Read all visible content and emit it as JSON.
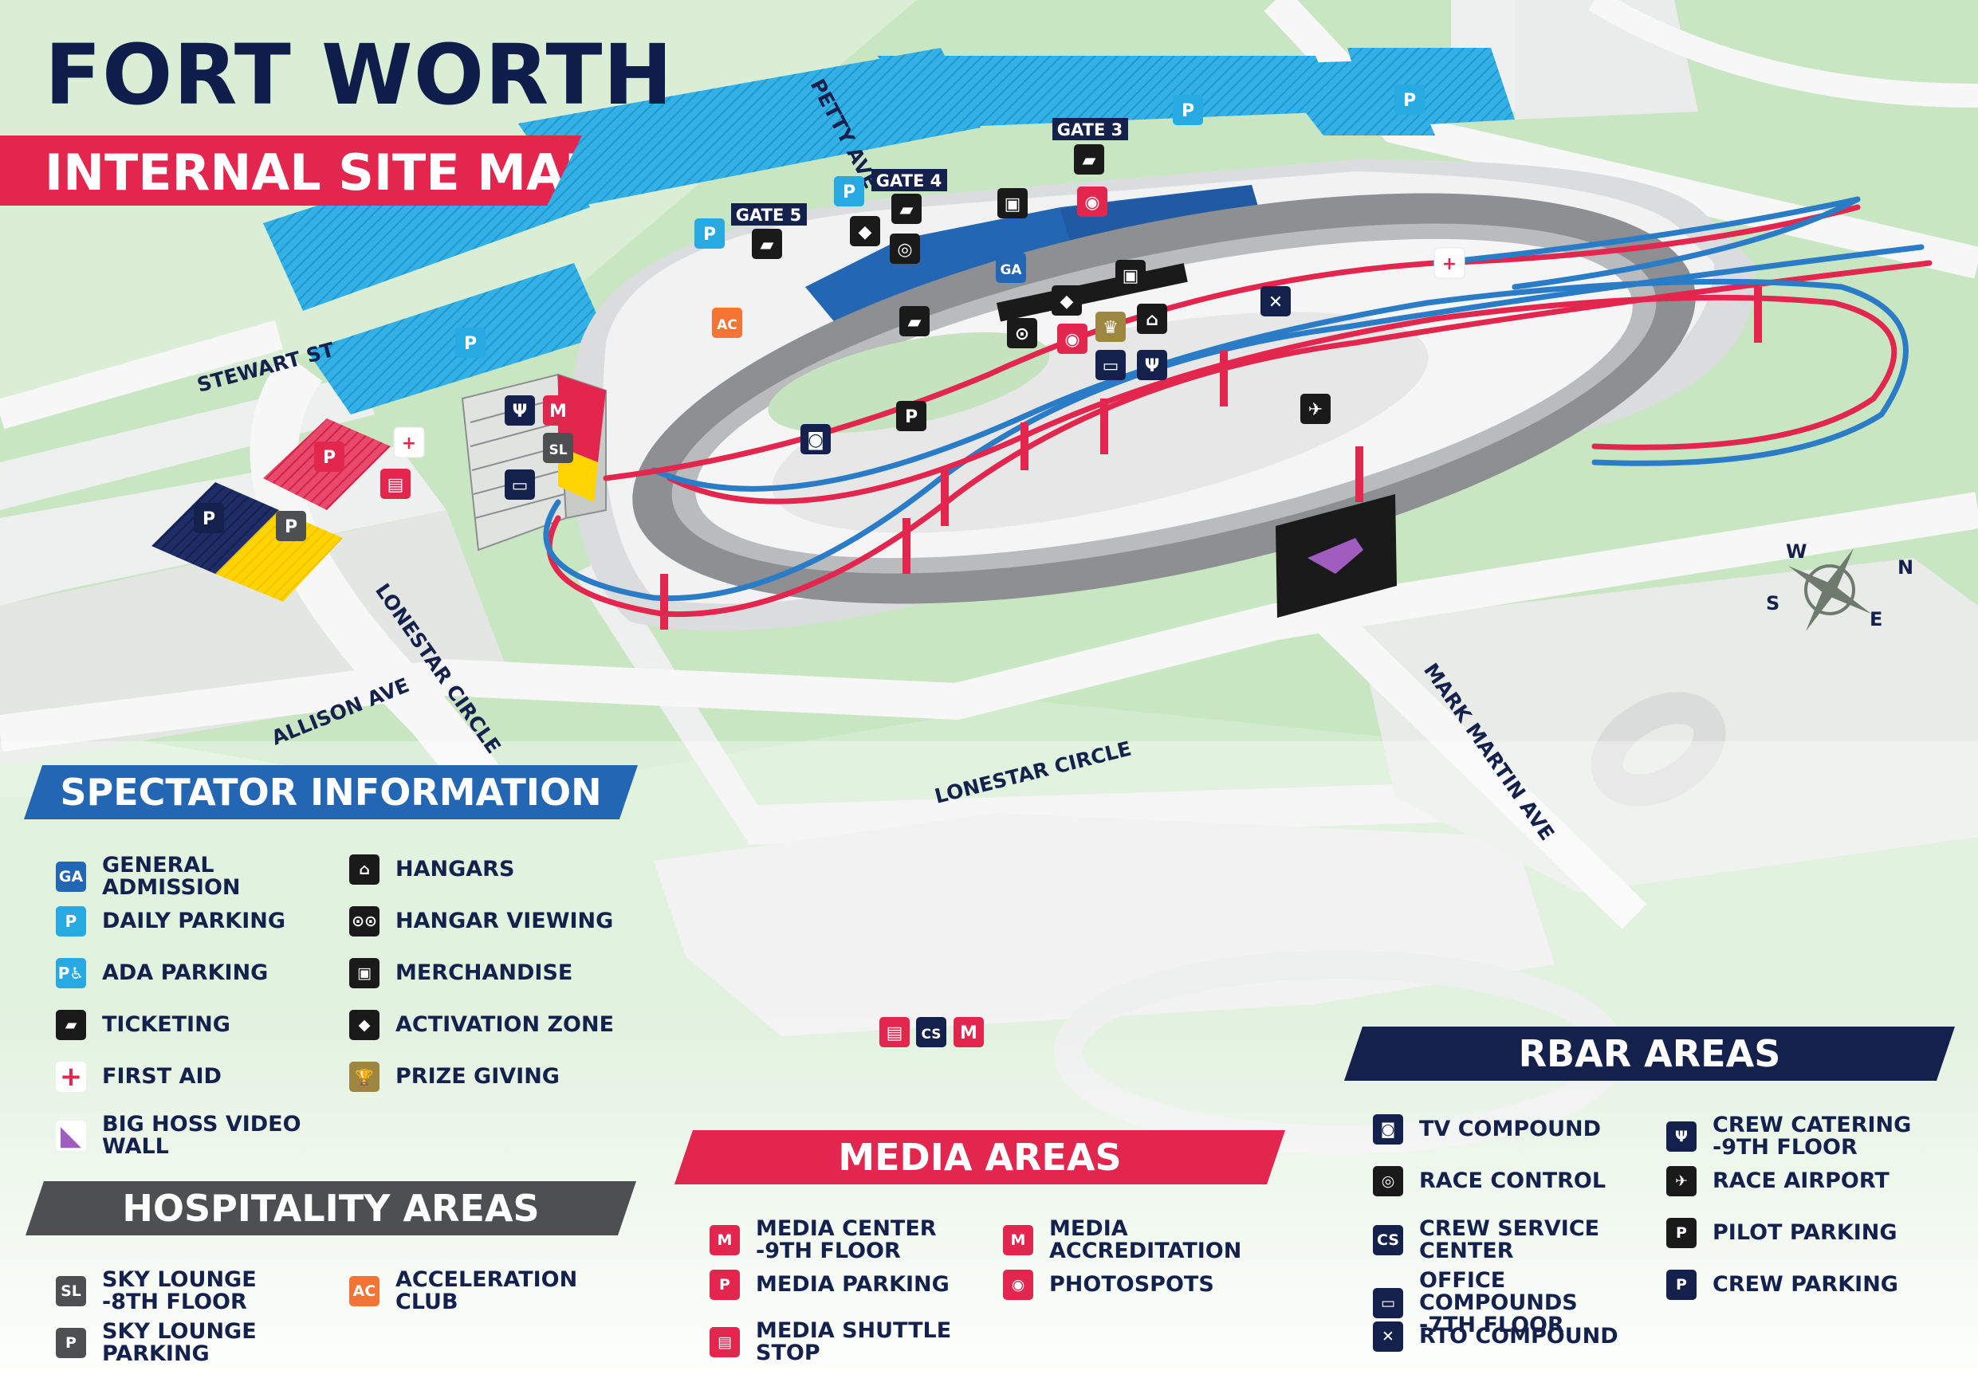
{
  "header": {
    "title": "FORT WORTH",
    "subtitle": "INTERNAL SITE MAP"
  },
  "map": {
    "streets": {
      "stewart": "STEWART ST",
      "petty": "PETTY AVE",
      "allison": "ALLISON AVE",
      "lonestar_west": "LONESTAR CIRCLE",
      "lonestar_south": "LONESTAR CIRCLE",
      "mark_martin": "MARK MARTIN AVE"
    },
    "gates": [
      "GATE 3",
      "GATE 4",
      "GATE 5"
    ],
    "compass": [
      "W",
      "N",
      "S",
      "E"
    ],
    "markers": {
      "parking": "P",
      "general_admission": "GA",
      "acceleration_club": "AC",
      "sky_lounge": "SL",
      "media_center": "M",
      "crew_service": "CS"
    }
  },
  "spectator": {
    "heading": "SPECTATOR INFORMATION",
    "items": [
      {
        "icon": "ga-icon",
        "glyph": "GA",
        "color": "#2366b4",
        "label": "GENERAL ADMISSION"
      },
      {
        "icon": "parking-icon",
        "glyph": "P",
        "color": "#27a9e1",
        "label": "DAILY PARKING"
      },
      {
        "icon": "ada-parking-icon",
        "glyph": "P♿",
        "color": "#27a9e1",
        "label": "ADA PARKING"
      },
      {
        "icon": "ticket-icon",
        "glyph": "▰",
        "color": "#1a1a1a",
        "label": "TICKETING"
      },
      {
        "icon": "first-aid-icon",
        "glyph": "+",
        "color": "#ffffff",
        "label": "FIRST AID"
      },
      {
        "icon": "video-wall-icon",
        "glyph": "◣",
        "color": "#ffffff",
        "label": "BIG HOSS VIDEO WALL"
      },
      {
        "icon": "hangar-icon",
        "glyph": "⌂",
        "color": "#1a1a1a",
        "label": "HANGARS"
      },
      {
        "icon": "binoculars-icon",
        "glyph": "⊙⊙",
        "color": "#1a1a1a",
        "label": "HANGAR VIEWING"
      },
      {
        "icon": "shopping-bag-icon",
        "glyph": "▣",
        "color": "#1a1a1a",
        "label": "MERCHANDISE"
      },
      {
        "icon": "activation-zone-icon",
        "glyph": "◆",
        "color": "#1a1a1a",
        "label": "ACTIVATION ZONE"
      },
      {
        "icon": "trophy-icon",
        "glyph": "🏆",
        "color": "#9c8640",
        "label": "PRIZE GIVING"
      }
    ]
  },
  "hospitality": {
    "heading": "HOSPITALITY AREAS",
    "items": [
      {
        "icon": "sky-lounge-icon",
        "glyph": "SL",
        "color": "#4d4f51",
        "label": "SKY LOUNGE\n-8TH FLOOR"
      },
      {
        "icon": "sky-lounge-parking-icon",
        "glyph": "P",
        "color": "#4d4f51",
        "label": "SKY LOUNGE PARKING"
      },
      {
        "icon": "acceleration-club-icon",
        "glyph": "AC",
        "color": "#f37435",
        "label": "ACCELERATION CLUB"
      }
    ]
  },
  "media": {
    "heading": "MEDIA AREAS",
    "items": [
      {
        "icon": "media-center-icon",
        "glyph": "M",
        "color": "#e2264d",
        "label": "MEDIA CENTER\n-9TH FLOOR"
      },
      {
        "icon": "media-parking-icon",
        "glyph": "P",
        "color": "#e2264d",
        "label": "MEDIA PARKING"
      },
      {
        "icon": "media-shuttle-icon",
        "glyph": "▤",
        "color": "#e2264d",
        "label": "MEDIA SHUTTLE STOP"
      },
      {
        "icon": "media-accreditation-icon",
        "glyph": "M",
        "color": "#e2264d",
        "label": "MEDIA ACCREDITATION"
      },
      {
        "icon": "photospot-icon",
        "glyph": "◉",
        "color": "#e2264d",
        "label": "PHOTOSPOTS"
      }
    ]
  },
  "rbar": {
    "heading": "RBAR AREAS",
    "items": [
      {
        "icon": "tv-camera-icon",
        "glyph": "◙",
        "color": "#14214d",
        "label": "TV COMPOUND"
      },
      {
        "icon": "race-control-icon",
        "glyph": "◎",
        "color": "#1a1a1a",
        "label": "RACE CONTROL"
      },
      {
        "icon": "crew-service-icon",
        "glyph": "CS",
        "color": "#14214d",
        "label": "CREW SERVICE\nCENTER"
      },
      {
        "icon": "monitor-icon",
        "glyph": "▭",
        "color": "#14214d",
        "label": "OFFICE COMPOUNDS\n-7TH FLOOR"
      },
      {
        "icon": "tools-icon",
        "glyph": "✕",
        "color": "#14214d",
        "label": "RTO COMPOUND"
      },
      {
        "icon": "cutlery-icon",
        "glyph": "Ψ",
        "color": "#14214d",
        "label": "CREW CATERING\n-9TH FLOOR"
      },
      {
        "icon": "airplane-icon",
        "glyph": "✈",
        "color": "#1a1a1a",
        "label": "RACE AIRPORT"
      },
      {
        "icon": "pilot-parking-icon",
        "glyph": "P",
        "color": "#1a1a1a",
        "label": "PILOT PARKING"
      },
      {
        "icon": "crew-parking-icon",
        "glyph": "P",
        "color": "#14214d",
        "label": "CREW PARKING"
      }
    ]
  },
  "colors": {
    "navy": "#14214d",
    "red": "#e2264d",
    "blue": "#2366b4",
    "light_blue": "#27a9e1",
    "gold": "#ffd400",
    "orange": "#f37435",
    "grass": "#c9e6c3",
    "road": "#eef0ef"
  }
}
